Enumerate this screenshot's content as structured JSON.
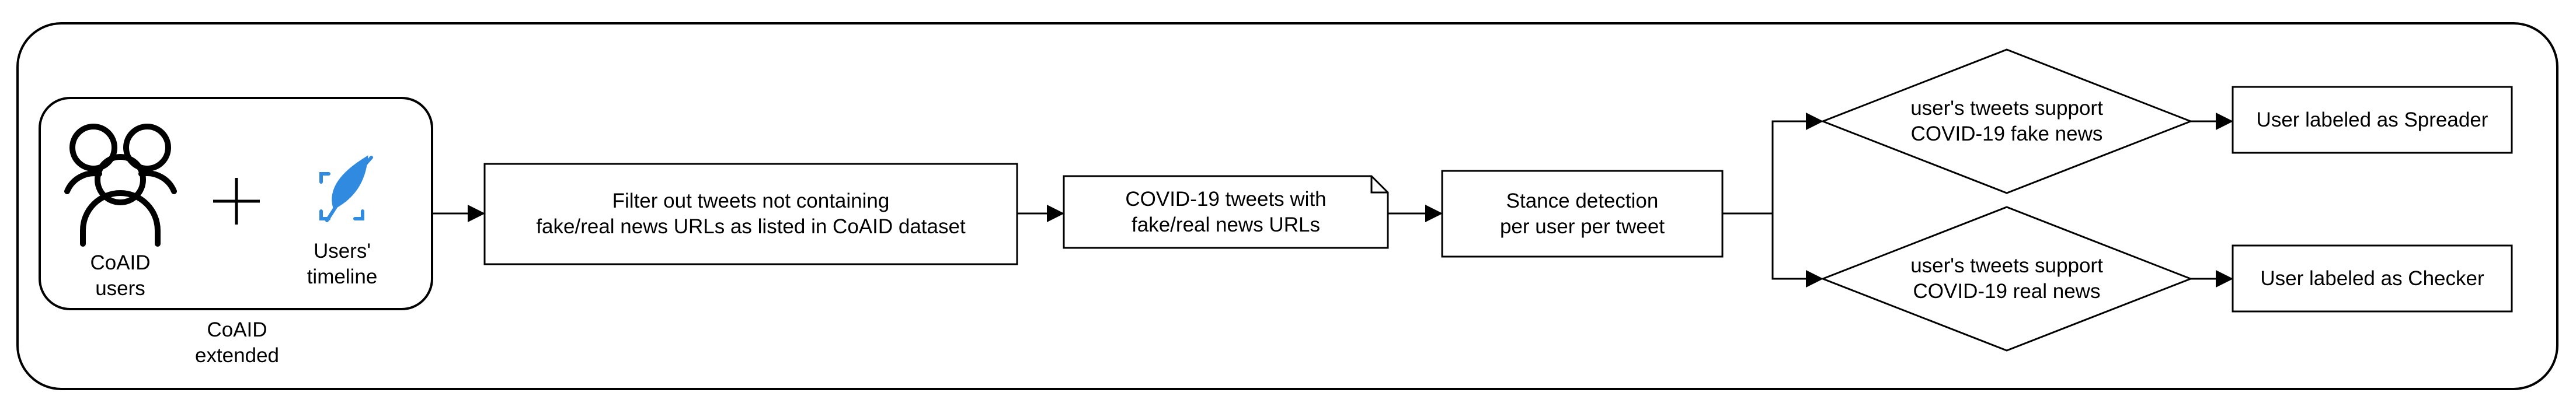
{
  "dataset_group": {
    "users_label": "CoAID\nusers",
    "timeline_label": "Users'\ntimeline",
    "caption": "CoAID\nextended"
  },
  "filter_step": {
    "label": "Filter out tweets not containing\nfake/real news URLs as listed in CoAID dataset"
  },
  "tweets_document": {
    "label": "COVID-19  tweets with\nfake/real news URLs"
  },
  "stance_step": {
    "label": "Stance detection\nper user per tweet"
  },
  "decisions": {
    "fake": "user's tweets support\nCOVID-19 fake news",
    "real": "user's tweets support\nCOVID-19 real news"
  },
  "outcomes": {
    "spreader": "User labeled  as Spreader",
    "checker": "User labeled as Checker"
  },
  "colors": {
    "stroke": "#000000",
    "timeline_icon": "#2f8ae0",
    "background": "#ffffff"
  }
}
